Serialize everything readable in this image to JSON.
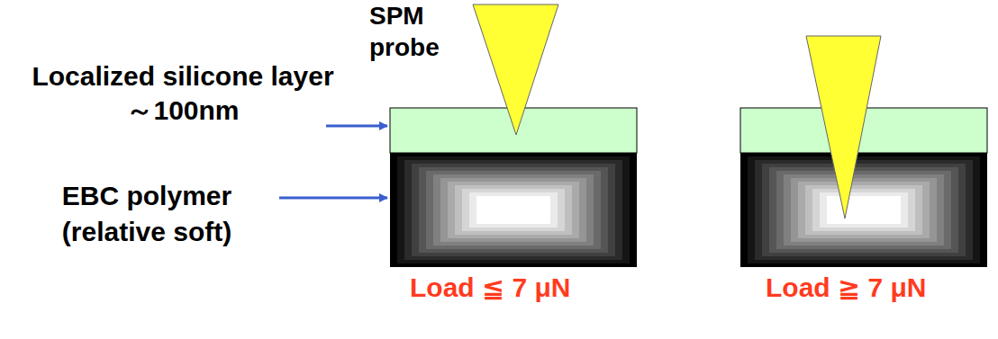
{
  "diagram": {
    "labels": [
      "SPM probe",
      "Localized silicone layer ～100nm",
      "EBC polymer (relative soft)",
      "Load ≦ 7 μN",
      "Load ≧ 7 μN"
    ]
  }
}
